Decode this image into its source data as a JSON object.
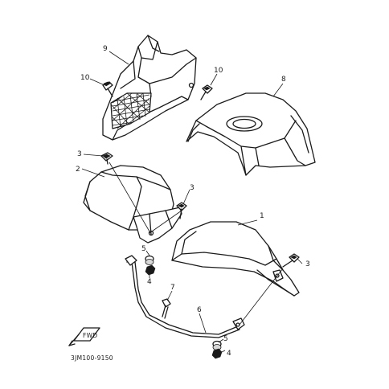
{
  "callouts": {
    "c1": "1",
    "c2": "2",
    "c3a": "3",
    "c3b": "3",
    "c3c": "3",
    "c4a": "4",
    "c4b": "4",
    "c5a": "5",
    "c5b": "5",
    "c6": "6",
    "c7": "7",
    "c8": "8",
    "c9": "9",
    "c10a": "10",
    "c10b": "10"
  },
  "diagram_code": "3JM100-9150",
  "fwd_label": "FWD"
}
